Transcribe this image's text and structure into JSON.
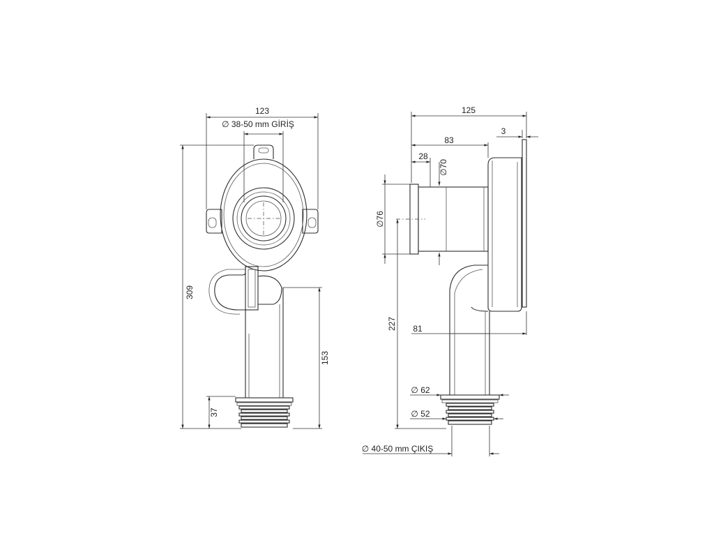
{
  "front_view": {
    "width": "123",
    "inlet": "∅ 38-50 mm GİRİŞ",
    "total_height": "309",
    "outlet_height": "153",
    "thread_height": "37"
  },
  "side_view": {
    "depth": "125",
    "wall_offset": "3",
    "body_depth": "83",
    "socket_depth": "28",
    "socket_inner_diameter": "∅70",
    "socket_outer_diameter": "∅76",
    "inlet_height": "227",
    "pipe_offset": "81",
    "outlet_outer": "∅ 62",
    "outlet_inner": "∅ 52",
    "outlet": "∅ 40-50 mm ÇIKIŞ"
  }
}
